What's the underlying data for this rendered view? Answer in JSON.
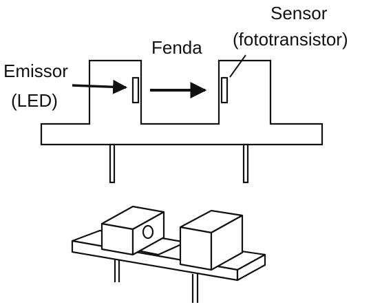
{
  "diagram": {
    "labels": {
      "sensor": "Sensor",
      "sensor_type": "(fototransistor)",
      "slot": "Fenda",
      "emitter": "Emissor",
      "emitter_type": "(LED)"
    },
    "line_color": "#111111",
    "background": "#ffffff"
  }
}
